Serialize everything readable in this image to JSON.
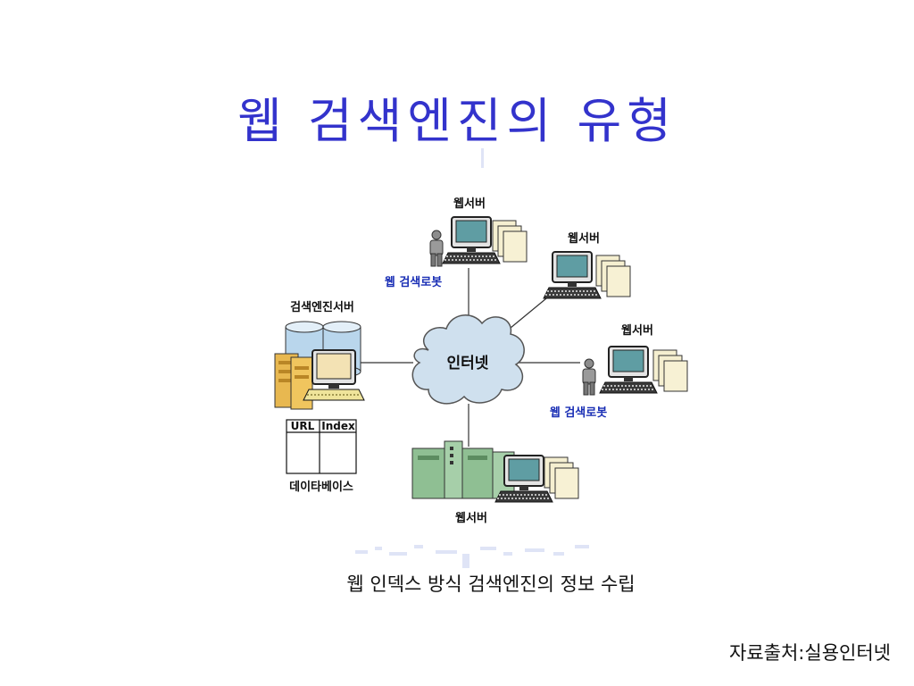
{
  "title": "웹 검색엔진의 유형",
  "diagram": {
    "center_label": "인터넷",
    "search_engine_server_label": "검색엔진서버",
    "database_label": "데이타베이스",
    "table_headers": [
      "URL",
      "Index"
    ],
    "web_server_label": "웹서버",
    "robot_label": "웹 검색로봇"
  },
  "caption": "웹 인덱스 방식 검색엔진의 정보 수립",
  "source": "자료출처:실용인터넷",
  "colors": {
    "title": "#3333cc",
    "robot_label": "#1a2fb5",
    "cloud": "#cfe0ee",
    "monitor_screen": "#5f9da3",
    "document": "#f5efd0",
    "server_rack": "#8fbf93"
  }
}
